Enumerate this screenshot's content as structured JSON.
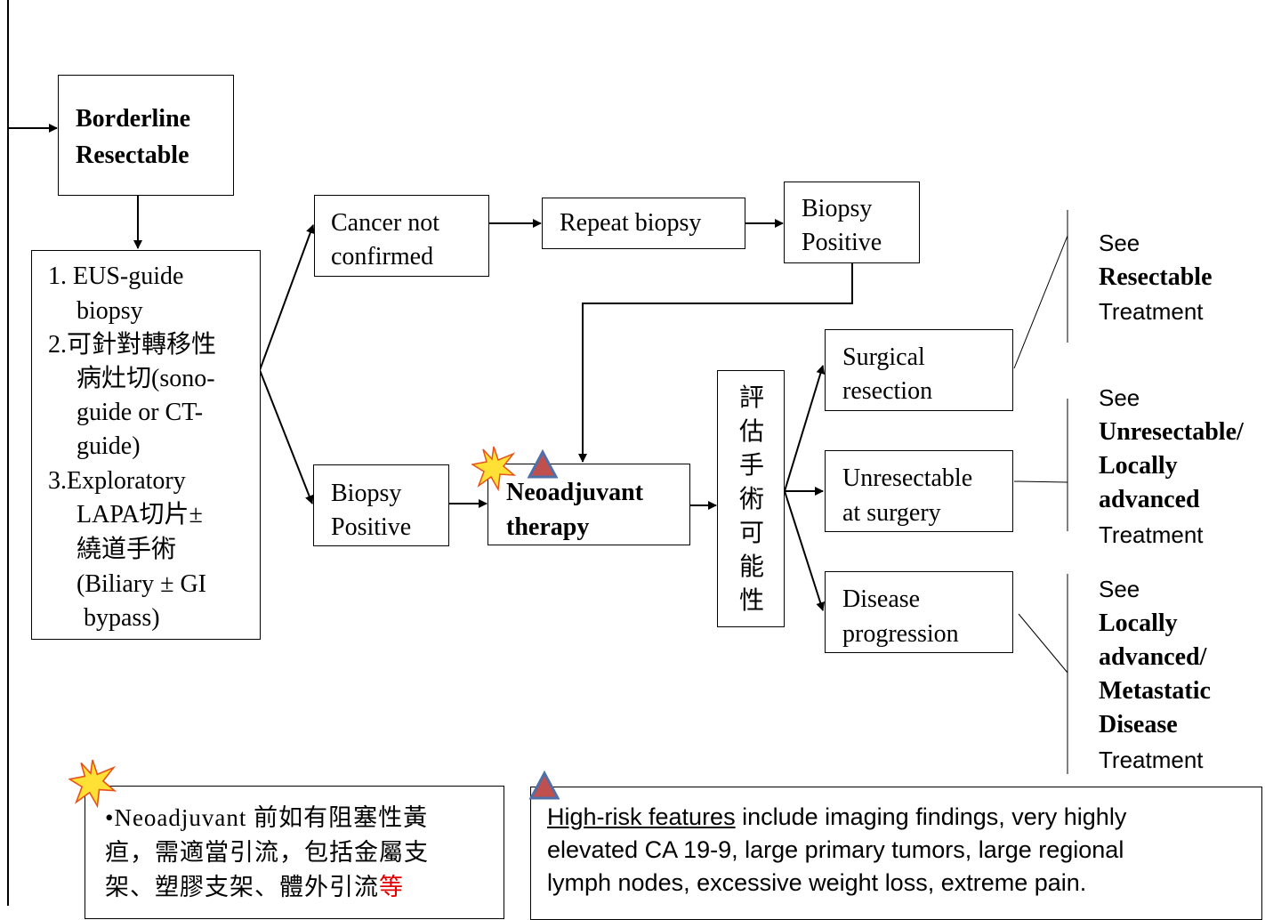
{
  "borderline": {
    "line1": "Borderline",
    "line2": "Resectable"
  },
  "workup": {
    "l1": "1. EUS-guide",
    "l2": "biopsy",
    "l3": "2.可針對轉移性",
    "l4": "病灶切(sono-",
    "l5": "guide or CT-",
    "l6": "guide)",
    "l7": "3.Exploratory",
    "l8": "LAPA切片±",
    "l9": "繞道手術",
    "l10": "(Biliary ± GI",
    "l11": "bypass)"
  },
  "cancer_not_confirmed": {
    "line1": "Cancer not",
    "line2": "confirmed"
  },
  "repeat_biopsy": "Repeat biopsy",
  "biopsy_positive_top": {
    "line1": "Biopsy",
    "line2": "Positive"
  },
  "biopsy_positive_bottom": {
    "line1": "Biopsy",
    "line2": "Positive"
  },
  "neoadjuvant": {
    "line1": "Neoadjuvant",
    "line2": "therapy"
  },
  "assess": [
    "評",
    "估",
    "手",
    "術",
    "可",
    "能",
    "性"
  ],
  "surgical": {
    "line1": "Surgical",
    "line2": "resection"
  },
  "unresectable": {
    "line1": "Unresectable",
    "line2": "at surgery"
  },
  "progression": {
    "line1": "Disease",
    "line2": "progression"
  },
  "see_resectable": {
    "see": "See",
    "bold1": "Resectable",
    "treatment": "Treatment"
  },
  "see_unresectable": {
    "see": "See",
    "bold1": "Unresectable/",
    "bold2": "Locally",
    "bold3": "advanced",
    "treatment": "Treatment"
  },
  "see_metastatic": {
    "see": "See",
    "bold1": "Locally",
    "bold2": "advanced/",
    "bold3": "Metastatic",
    "bold4": "Disease",
    "treatment": "Treatment"
  },
  "note_star": {
    "l1": "•Neoadjuvant 前如有阻塞性黃",
    "l2": "疸，需適當引流，包括金屬支",
    "l3": "架、塑膠支架、體外引流",
    "l3_red": "等"
  },
  "note_triangle": {
    "lead": "High-risk features",
    "l1_rest": " include imaging findings, very highly",
    "l2": "elevated CA 19-9, large primary tumors, large regional",
    "l3": "lymph nodes, excessive weight loss, extreme pain."
  },
  "colors": {
    "star_fill": "#FFE135",
    "star_stroke": "#E8521A",
    "triangle_fill": "#C0504D",
    "triangle_stroke": "#4F6FA8",
    "red_text": "#E00000"
  }
}
